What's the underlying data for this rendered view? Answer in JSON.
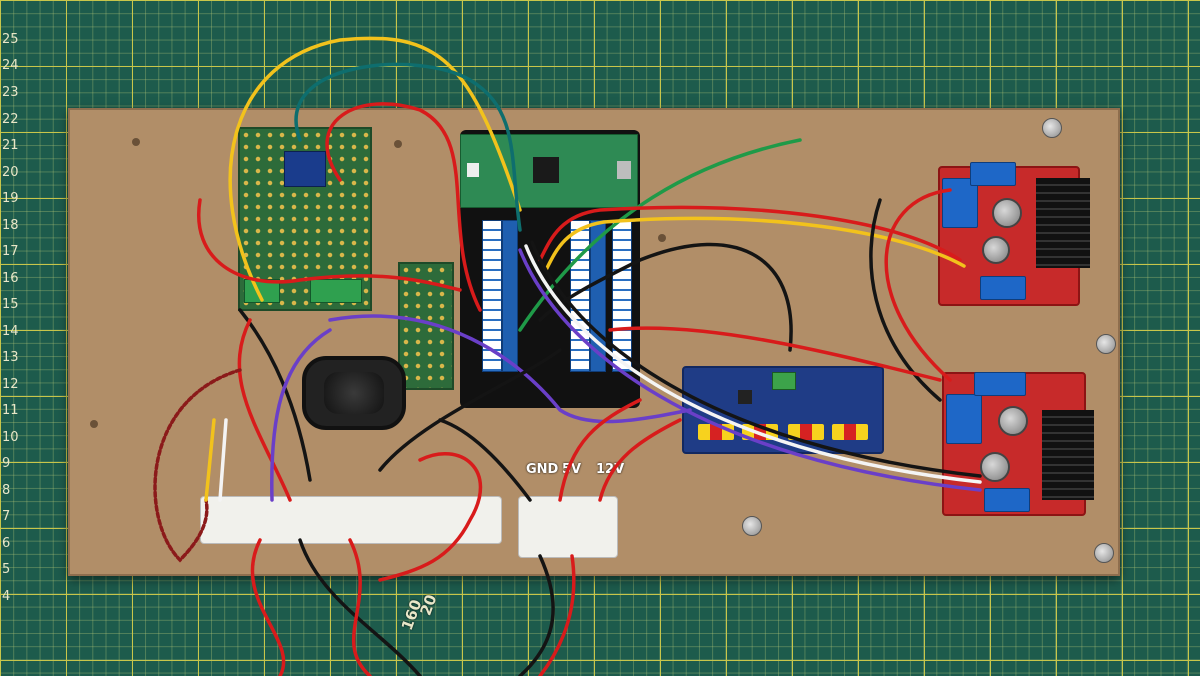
{
  "mat": {
    "ruler_numbers": [
      "25",
      "24",
      "23",
      "22",
      "21",
      "20",
      "19",
      "18",
      "17",
      "16",
      "15",
      "14",
      "13",
      "12",
      "11",
      "10",
      "9",
      "8",
      "7",
      "6",
      "5",
      "4"
    ],
    "mat_numbers": {
      "a": "20",
      "b": "160"
    }
  },
  "terminal_labels": {
    "gnd": "GND",
    "v5": "5V",
    "v12": "12V"
  },
  "colors": {
    "board": "#b18e68",
    "wire_red": "#d81b1b",
    "wire_black": "#141414",
    "wire_yellow": "#f2c21c",
    "wire_green": "#1f9a48",
    "wire_purple": "#6a3fc8",
    "wire_white": "#f4f4f4",
    "wire_teal": "#0e6e6e"
  },
  "components": [
    "perfboard-audio-module",
    "raspberry-pi-pico",
    "pwm-servo-driver-board",
    "motor-driver-l298n-top",
    "motor-driver-l298n-bottom",
    "speaker",
    "screw-terminal-strip",
    "power-terminal-block"
  ]
}
